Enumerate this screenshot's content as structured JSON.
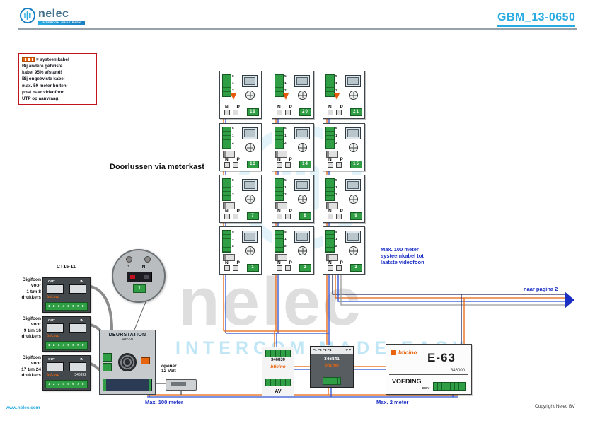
{
  "header": {
    "brand": "nelec",
    "brand_tagline": "INTERCOM MADE EASY",
    "title": "GBM_13-0650"
  },
  "note": {
    "swatch_label": "= systeemkabel",
    "body": "Bij andere getwiste\nkabel 95% afstand!\nBij ongetwiste kabel\nmax. 50 meter buiten-\npost naar videofoon.\nUTP op aanvraag."
  },
  "annotations": {
    "doorlussen": "Doorlussen via meterkast",
    "max100_grid": "Max. 100 meter\nsysteemkabel tot\nlaatste videofoon",
    "naar_pagina": "naar pagina 2",
    "max100_bus": "Max. 100 meter",
    "max2_bus": "Max. 2 meter",
    "opener": "opener\n12 Volt",
    "ct15": "CT15-11"
  },
  "watermark": {
    "word": "nelec",
    "tagline": "INTERCOM MADE EASY"
  },
  "grid": {
    "pins_text": "5\n1\n2",
    "np": "N P",
    "units": [
      {
        "badge": "19"
      },
      {
        "badge": "20"
      },
      {
        "badge": "21"
      },
      {
        "badge": "13"
      },
      {
        "badge": "14"
      },
      {
        "badge": "15"
      },
      {
        "badge": "7"
      },
      {
        "badge": "8"
      },
      {
        "badge": "9"
      },
      {
        "badge": "1"
      },
      {
        "badge": "2"
      },
      {
        "badge": "3"
      }
    ]
  },
  "digifoons": {
    "out": "OUT",
    "in": "IN",
    "brand": "bticino",
    "pins": "1 2 3 4 5 6 7 8",
    "items": [
      {
        "label": "Digifoon\nvoor\n1 t/m 8\ndrukkers",
        "part": ""
      },
      {
        "label": "Digifoon\nvoor\n9 t/m 16\ndrukkers",
        "part": ""
      },
      {
        "label": "Digifoon\nvoor\n17 t/m 24\ndrukkers",
        "part": "346992"
      }
    ]
  },
  "detail": {
    "pn": "P N",
    "badge": "1"
  },
  "deurstation": {
    "title": "DEURSTATION",
    "part": "346991"
  },
  "m346830": {
    "part": "346830",
    "brand": "bticino",
    "av": "AV"
  },
  "m346841": {
    "pins": "P1 P2 P3 P4",
    "vv": "V V",
    "part": "346841",
    "brand": "bticino"
  },
  "voeding": {
    "brand": "bticino",
    "model": "E-63",
    "name": "VOEDING",
    "part": "346000",
    "pins": "230V~"
  },
  "footer": {
    "www": "www.nelec.com",
    "copyright": "Copyright Nelec BV"
  },
  "colors": {
    "accent": "#29abe2",
    "wire_orange": "#e8650f",
    "wire_blue": "#2c4fd0",
    "connector_green": "#2f9e44",
    "annotation_blue": "#1b2fc4",
    "alert_red": "#c1121f"
  }
}
